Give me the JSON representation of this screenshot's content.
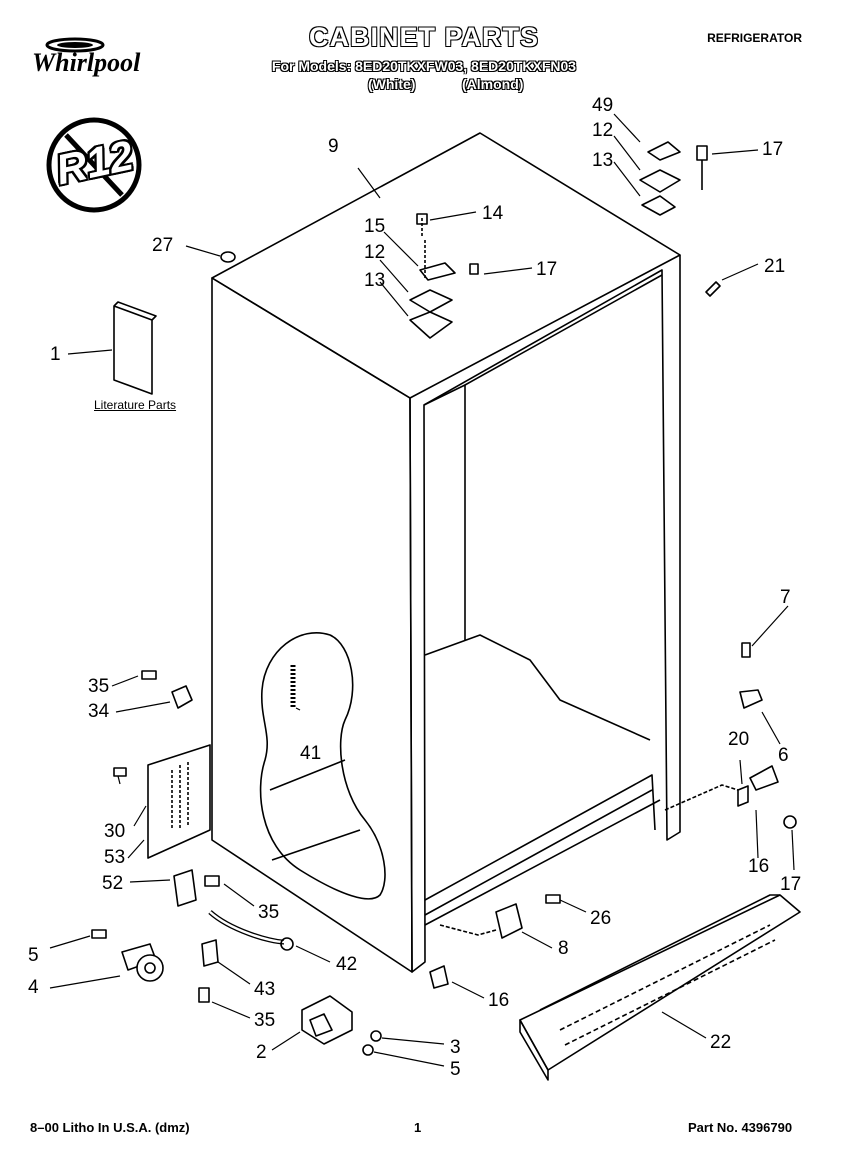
{
  "header": {
    "title": "CABINET PARTS",
    "models_line": "For Models: 8ED20TKXFW03, 8ED20TKXFN03",
    "color_white": "(White)",
    "color_almond": "(Almond)",
    "product": "REFRIGERATOR",
    "brand": "Whirlpool",
    "badge": "R12"
  },
  "literature": "Literature Parts",
  "callouts": [
    "49",
    "12",
    "17",
    "13",
    "9",
    "14",
    "15",
    "12",
    "17",
    "27",
    "21",
    "13",
    "1",
    "7",
    "35",
    "34",
    "6",
    "41",
    "20",
    "30",
    "53",
    "16",
    "52",
    "17",
    "35",
    "26",
    "8",
    "5",
    "42",
    "4",
    "43",
    "16",
    "22",
    "35",
    "3",
    "2",
    "5"
  ],
  "footer": {
    "left": "8–00 Litho In U.S.A. (dmz)",
    "page": "1",
    "part_no": "Part No. 4396790"
  }
}
